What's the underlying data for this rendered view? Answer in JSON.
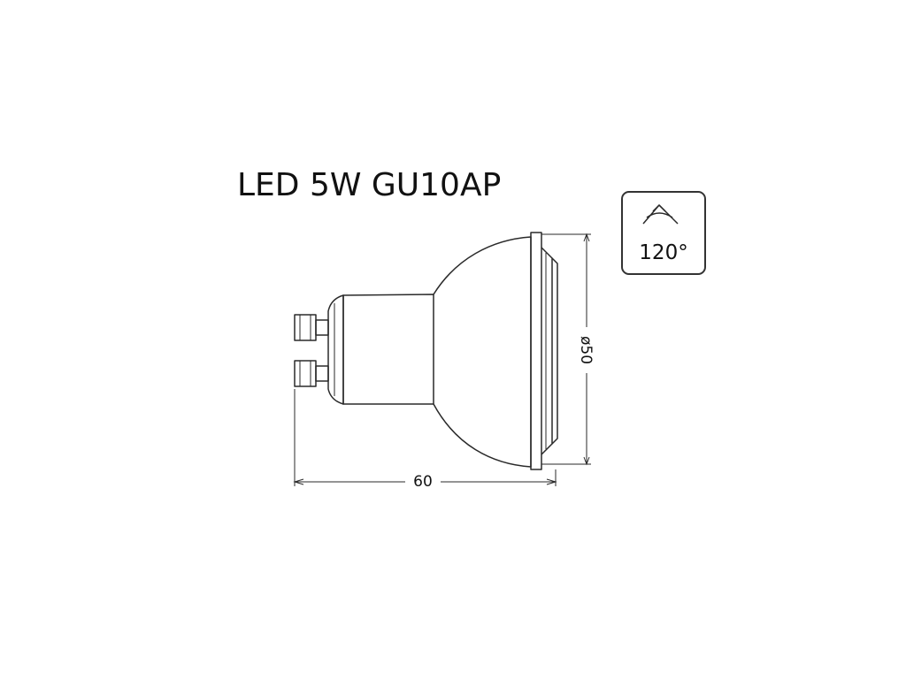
{
  "title": "LED 5W GU10AP",
  "badge": {
    "icon": "beam-angle-icon",
    "label": "120°"
  },
  "dimensions": {
    "length": "60",
    "diameter": "ø50"
  },
  "colors": {
    "line": "#2a2a2a",
    "background": "#ffffff"
  }
}
